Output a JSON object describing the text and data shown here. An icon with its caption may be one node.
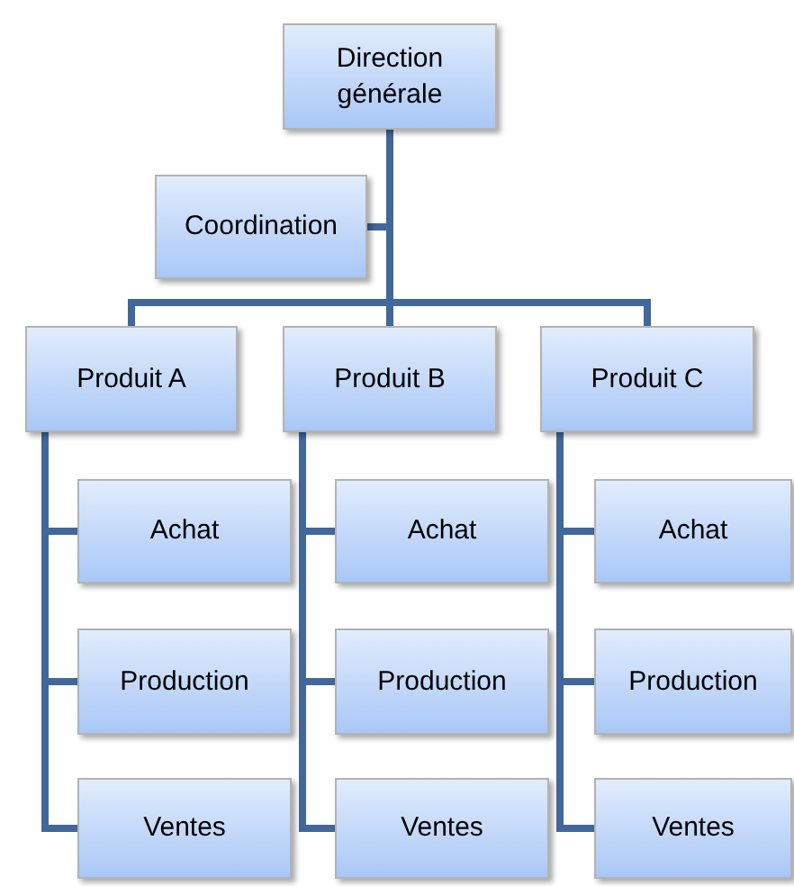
{
  "diagram": {
    "nodes": [
      {
        "text": [
          "Direction générale"
        ]
      },
      {
        "text": [
          "Coordination"
        ]
      },
      {
        "text": [
          "Produit A"
        ]
      },
      {
        "text": [
          "Produit B"
        ]
      },
      {
        "text": [
          "Produit C"
        ]
      },
      {
        "text": [
          "Achat"
        ]
      },
      {
        "text": [
          "Production"
        ]
      },
      {
        "text": [
          "Ventes"
        ]
      },
      {
        "text": [
          "Achat"
        ]
      },
      {
        "text": [
          "Production"
        ]
      },
      {
        "text": [
          "Ventes"
        ]
      },
      {
        "text": [
          "Achat"
        ]
      },
      {
        "text": [
          "Production"
        ]
      },
      {
        "text": [
          "Ventes"
        ]
      }
    ],
    "edges": [
      {
        "from": 0,
        "to": 1,
        "arrow": "none"
      },
      {
        "from": 0,
        "to": 2,
        "arrow": "none"
      },
      {
        "from": 0,
        "to": 3,
        "arrow": "none"
      },
      {
        "from": 0,
        "to": 4,
        "arrow": "none"
      },
      {
        "from": 2,
        "to": 5,
        "arrow": "none"
      },
      {
        "from": 2,
        "to": 6,
        "arrow": "none"
      },
      {
        "from": 2,
        "to": 7,
        "arrow": "none"
      },
      {
        "from": 3,
        "to": 8,
        "arrow": "none"
      },
      {
        "from": 3,
        "to": 9,
        "arrow": "none"
      },
      {
        "from": 3,
        "to": 10,
        "arrow": "none"
      },
      {
        "from": 4,
        "to": 11,
        "arrow": "none"
      },
      {
        "from": 4,
        "to": 12,
        "arrow": "none"
      },
      {
        "from": 4,
        "to": 13,
        "arrow": "none"
      }
    ]
  }
}
